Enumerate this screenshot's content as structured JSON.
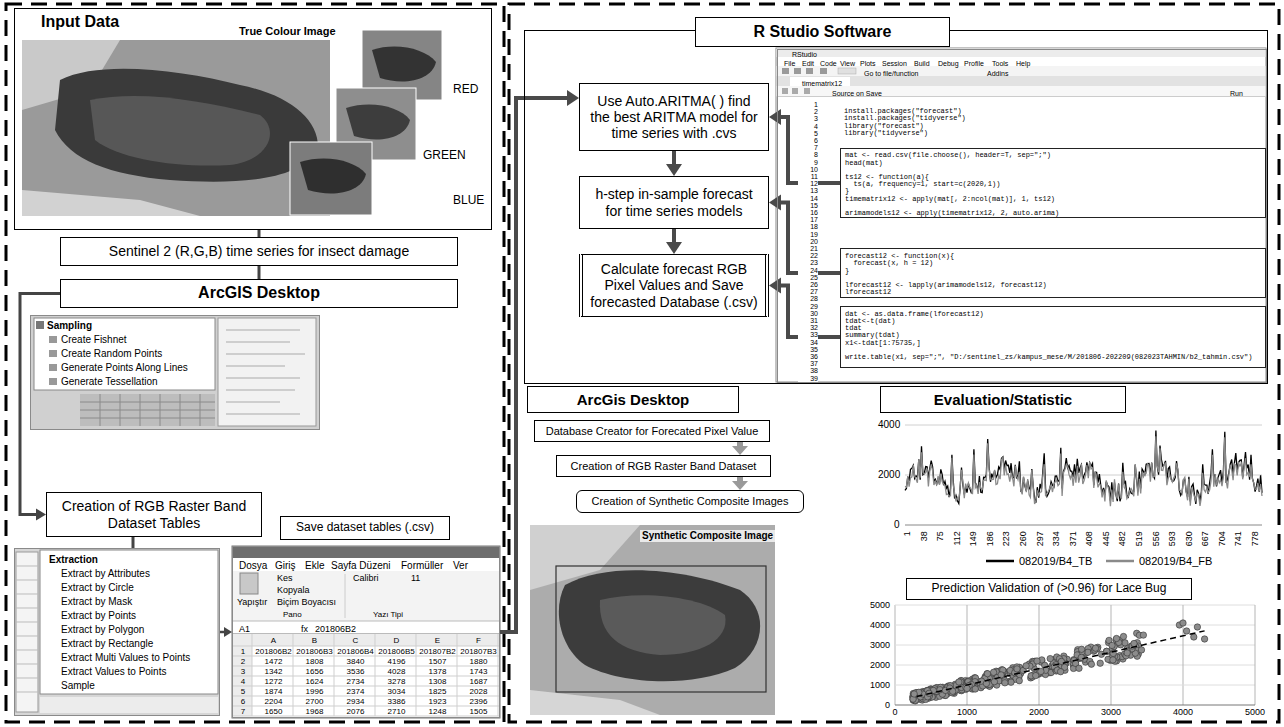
{
  "diagram": {
    "nodes": [
      {
        "text": [
          "Input Data",
          "True Colour Image",
          "RED",
          "GREEN",
          "BLUE"
        ]
      },
      {
        "text": [
          "Sentinel 2 (R,G,B) time series for insect damage"
        ]
      },
      {
        "text": [
          "ArcGIS Desktop"
        ]
      },
      {
        "text": [
          "Sampling",
          "Create Fishnet",
          "Create Random Points",
          "Generate Points Along Lines",
          "Generate Tessellation"
        ]
      },
      {
        "text": [
          "Creation of RGB Raster Band Dataset Tables"
        ]
      },
      {
        "text": [
          "Extraction",
          "Extract by Attributes",
          "Extract by Circle",
          "Extract by Mask",
          "Extract by Points",
          "Extract by Polygon",
          "Extract by Rectangle",
          "Extract Multi Values to Points",
          "Extract Values to Points",
          "Sample"
        ]
      },
      {
        "text": [
          "Save dataset tables (.csv)"
        ]
      },
      {
        "text": [
          "Dosya",
          "Giriş",
          "Ekle",
          "Sayfa Düzeni",
          "Formüller",
          "Ver",
          "Yapıştır",
          "Kes",
          "Kopyala",
          "Biçim Boyacısı",
          "Calibri",
          "11",
          "Pano",
          "Yazı Tipi",
          "A1",
          "fx",
          "201806B2",
          "A",
          "B",
          "C",
          "D",
          "E",
          "F",
          "1",
          "2",
          "3",
          "4",
          "5",
          "6",
          "7",
          "201806B2",
          "201806B3",
          "201806B4",
          "201806B5",
          "201807B2",
          "201807B3",
          "1472",
          "1808",
          "3840",
          "4196",
          "1507",
          "1880",
          "1342",
          "1656",
          "3536",
          "4028",
          "1378",
          "1743",
          "1272",
          "1624",
          "2734",
          "3278",
          "1308",
          "1687",
          "1874",
          "1996",
          "2374",
          "3034",
          "1825",
          "2028",
          "2204",
          "2700",
          "2934",
          "3386",
          "1923",
          "2396",
          "1650",
          "1968",
          "2076",
          "2710",
          "1248",
          "1505"
        ]
      },
      {
        "text": [
          "R Studio Software"
        ]
      },
      {
        "text": [
          "Use Auto.ARITMA( ) find the best ARITMA model for time series with .cvs"
        ],
        "in": 8
      },
      {
        "text": [
          "h-step in-sample forecast for time series models"
        ],
        "in": 8
      },
      {
        "text": [
          "Calculate forecast RGB Pixel Values and Save forecasted Database (.csv)"
        ],
        "in": 8
      },
      {
        "text": [
          "RStudio",
          "File",
          "Edit",
          "Code",
          "View",
          "Plots",
          "Session",
          "Build",
          "Debug",
          "Profile",
          "Tools",
          "Help",
          "Go to file/function",
          "Addins",
          "timematrix12",
          "Source on Save",
          "Run",
          "1",
          "2",
          "3",
          "4",
          "5",
          "6",
          "7",
          "8",
          "9",
          "10",
          "11",
          "12",
          "13",
          "14",
          "15",
          "16",
          "17",
          "18",
          "19",
          "20",
          "21",
          "22",
          "23",
          "24",
          "25",
          "26",
          "27",
          "28",
          "29",
          "30",
          "31",
          "32",
          "33",
          "34",
          "35",
          "36",
          "37",
          "38",
          "39",
          "install.packages(\"forecast\")",
          "install.packages(\"tidyverse\")",
          "library(\"forecast\")",
          "library(\"tidyverse\")"
        ],
        "in": 8
      },
      {
        "text": [
          "mat <- read.csv(file.choose(), header=T, sep=\";\")",
          "head(mat)",
          "ts12 <- function(a){",
          "ts(a, frequency=1, start=c(2020,1))",
          "}",
          "timematrix12 <- apply(mat[, 2:ncol(mat)], 1, ts12)",
          "arimamodels12 <- apply(timematrix12, 2, auto.arima)"
        ],
        "in": 12
      },
      {
        "text": [
          "forecast12 <- function(x){",
          "forecast(x, h = 12)",
          "}",
          "lforecast12 <- lapply(arimamodels12, forecast12)",
          "lforecast12"
        ],
        "in": 12
      },
      {
        "text": [
          "dat <- as.data.frame(lforecast12)",
          "tdat<-t(dat)",
          "tdat",
          "summary(tdat)",
          "x1<-tdat[1:75735,]",
          "write.table(x1, sep=\";\", \"D:/sentinel_zs/kampus_mese/M/201806-202209(082023TAHMIN/b2_tahmin.csv\")"
        ],
        "in": 12
      },
      {
        "text": [
          "ArcGis Desktop"
        ]
      },
      {
        "text": [
          "Database Creator for Forecated Pixel Value"
        ]
      },
      {
        "text": [
          "Creation of RGB Raster Band Dataset"
        ]
      },
      {
        "text": [
          "Creation of Synthetic Composite Images"
        ]
      },
      {
        "text": [
          "Evaluation/Statistic"
        ]
      },
      {
        "text": [
          "Prediction Validation of (>0.96) for Lace Bug"
        ]
      }
    ],
    "edges": [
      {
        "from": 0,
        "to": 1,
        "arrow": "none"
      },
      {
        "from": 1,
        "to": 2,
        "arrow": "none"
      },
      {
        "from": 2,
        "to": 4,
        "arrow": "to"
      },
      {
        "from": 4,
        "to": 5,
        "arrow": "none"
      },
      {
        "from": 5,
        "to": 7,
        "arrow": "to"
      },
      {
        "from": 7,
        "to": 9,
        "arrow": "to"
      },
      {
        "from": 9,
        "to": 10,
        "arrow": "to"
      },
      {
        "from": 10,
        "to": 11,
        "arrow": "to"
      },
      {
        "from": 13,
        "to": 9,
        "arrow": "to"
      },
      {
        "from": 14,
        "to": 10,
        "arrow": "to"
      },
      {
        "from": 15,
        "to": 11,
        "arrow": "to"
      },
      {
        "from": 17,
        "to": 18,
        "arrow": "to"
      },
      {
        "from": 18,
        "to": 19,
        "arrow": "to"
      }
    ],
    "labels": [
      "Synthetic Composite Image",
      "4000",
      "2000",
      "0",
      "1",
      "38",
      "75",
      "112",
      "149",
      "186",
      "223",
      "260",
      "297",
      "334",
      "371",
      "408",
      "445",
      "482",
      "519",
      "556",
      "593",
      "630",
      "667",
      "704",
      "741",
      "778",
      "5000",
      "4000",
      "3000",
      "2000",
      "1000",
      "0",
      "0",
      "1000",
      "2000",
      "3000",
      "4000",
      "5000"
    ],
    "legend": [
      {
        "text": "082019/B4_TB"
      },
      {
        "text": "082019/B4_FB"
      }
    ]
  }
}
